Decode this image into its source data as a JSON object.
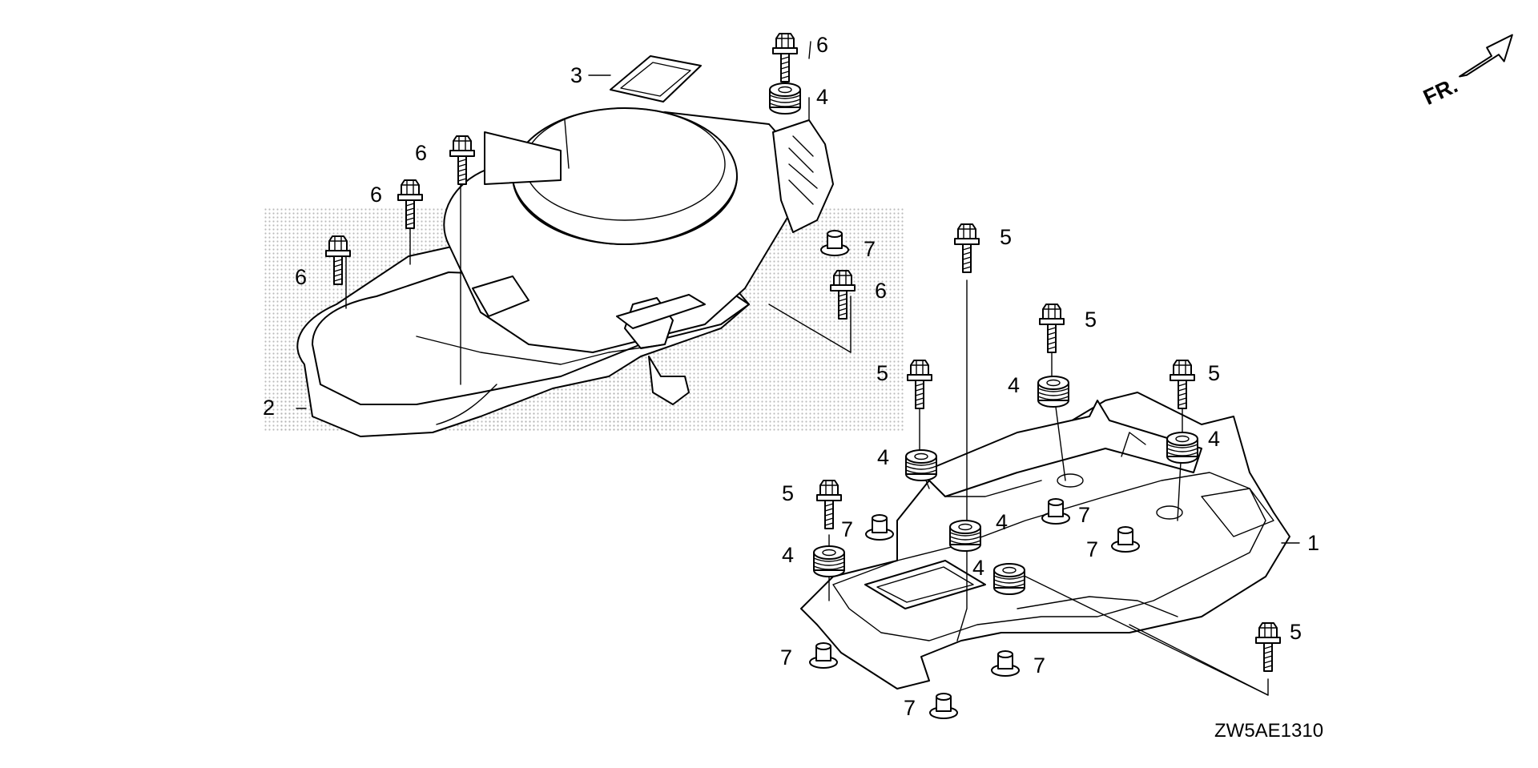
{
  "diagram": {
    "direction_label": "FR.",
    "drawing_code": "ZW5AE1310",
    "callouts": [
      {
        "id": "c3",
        "text": "3"
      },
      {
        "id": "c6a",
        "text": "6"
      },
      {
        "id": "c4a",
        "text": "4"
      },
      {
        "id": "c6b",
        "text": "6"
      },
      {
        "id": "c6c",
        "text": "6"
      },
      {
        "id": "c6d",
        "text": "6"
      },
      {
        "id": "c7a",
        "text": "7"
      },
      {
        "id": "c6e",
        "text": "6"
      },
      {
        "id": "c2",
        "text": "2"
      },
      {
        "id": "c5a",
        "text": "5"
      },
      {
        "id": "c5b",
        "text": "5"
      },
      {
        "id": "c5c",
        "text": "5"
      },
      {
        "id": "c4b",
        "text": "4"
      },
      {
        "id": "c5d",
        "text": "5"
      },
      {
        "id": "c4c",
        "text": "4"
      },
      {
        "id": "c4d",
        "text": "4"
      },
      {
        "id": "c5e",
        "text": "5"
      },
      {
        "id": "c7b",
        "text": "7"
      },
      {
        "id": "c4e",
        "text": "4"
      },
      {
        "id": "c7c",
        "text": "7"
      },
      {
        "id": "c1",
        "text": "1"
      },
      {
        "id": "c7d",
        "text": "7"
      },
      {
        "id": "c4f",
        "text": "4"
      },
      {
        "id": "c4g",
        "text": "4"
      },
      {
        "id": "c5f",
        "text": "5"
      },
      {
        "id": "c7e",
        "text": "7"
      },
      {
        "id": "c7f",
        "text": "7"
      },
      {
        "id": "c7g",
        "text": "7"
      }
    ]
  }
}
